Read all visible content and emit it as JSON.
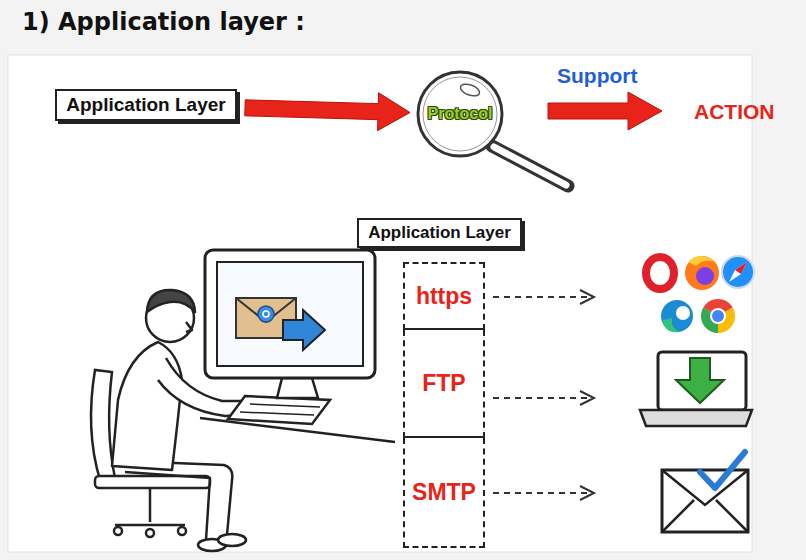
{
  "diagram": {
    "title": "1) Application layer :",
    "nodes": [
      {
        "text": [
          "Application Layer"
        ]
      },
      {
        "text": [
          "Protocol"
        ]
      },
      {
        "text": [
          "Application Layer"
        ]
      },
      {
        "text": [
          "https"
        ]
      },
      {
        "text": [
          "FTP"
        ]
      },
      {
        "text": [
          "SMTP"
        ]
      }
    ],
    "edges": [
      {
        "from": 0,
        "to": 1,
        "arrow": "to"
      }
    ],
    "labels": [
      "Support",
      "ACTION"
    ]
  }
}
